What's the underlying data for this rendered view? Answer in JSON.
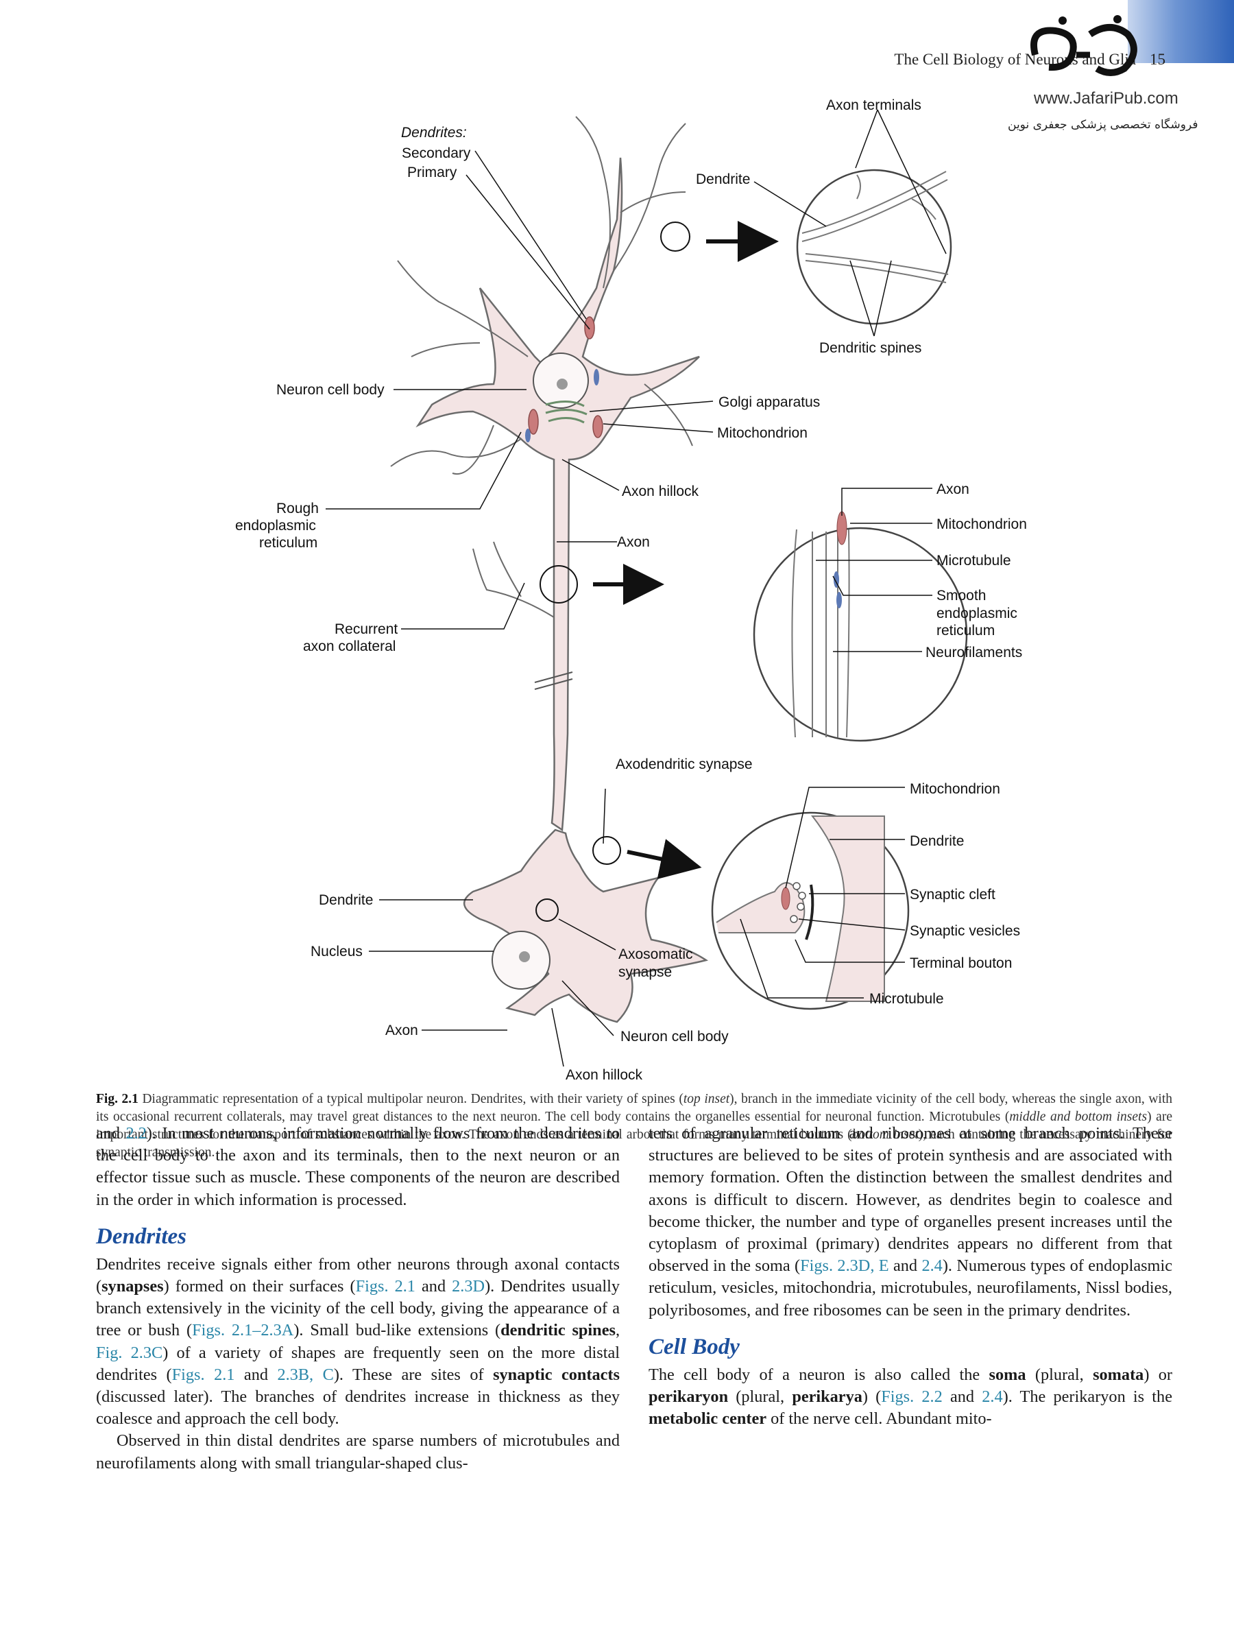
{
  "header": {
    "running_title": "The Cell Biology of Neurons and Glia",
    "page_number": "15"
  },
  "watermark": {
    "url": "www.JafariPub.com",
    "persian_text": "فروشگاه تخصصی پزشکی جعفری نوین"
  },
  "figure": {
    "labels": {
      "dendrites_heading": "Dendrites:",
      "secondary": "Secondary",
      "primary": "Primary",
      "dendrite_top": "Dendrite",
      "axon_terminals": "Axon terminals",
      "dendritic_spines": "Dendritic spines",
      "neuron_cell_body": "Neuron cell body",
      "golgi": "Golgi apparatus",
      "mitochondrion": "Mitochondrion",
      "rough_er_1": "Rough",
      "rough_er_2": "endoplasmic",
      "rough_er_3": "reticulum",
      "axon_hillock": "Axon hillock",
      "axon": "Axon",
      "recurrent_1": "Recurrent",
      "recurrent_2": "axon collateral",
      "mid_axon": "Axon",
      "mid_mito": "Mitochondrion",
      "mid_microtubule": "Microtubule",
      "smooth_er_1": "Smooth",
      "smooth_er_2": "endoplasmic",
      "smooth_er_3": "reticulum",
      "neurofilaments": "Neurofilaments",
      "axodendritic": "Axodendritic synapse",
      "bot_mito": "Mitochondrion",
      "bot_dendrite": "Dendrite",
      "synaptic_cleft": "Synaptic cleft",
      "synaptic_vesicles": "Synaptic vesicles",
      "terminal_bouton": "Terminal bouton",
      "bot_microtubule": "Microtubule",
      "dendrite_lower": "Dendrite",
      "nucleus": "Nucleus",
      "axosomatic_1": "Axosomatic",
      "axosomatic_2": "synapse",
      "axon_lower": "Axon",
      "neuron_cell_body_lower": "Neuron cell body",
      "axon_hillock_lower": "Axon hillock"
    },
    "caption": {
      "number": "Fig. 2.1",
      "part1": " Diagrammatic representation of a typical multipolar neuron. Dendrites, with their variety of spines (",
      "italic1": "top inset",
      "part2": "), branch in the immediate vicinity of the cell body, whereas the single axon, with its occasional recurrent collaterals, may travel great distances to the next neuron. The cell body contains the organelles essential for neuronal function. Microtubules (",
      "italic2": "middle and bottom insets",
      "part3": ") are important structures for the transport of substances within the axon. The axon ends as a terminal arbor that forms many terminal boutons (",
      "italic3": "bottom inset",
      "part4": "), each containing the necessary machinery for synaptic transmission."
    }
  },
  "body": {
    "left": {
      "p1_a": "and ",
      "p1_ref": "2.2",
      "p1_b": "). In most neurons, information normally flows from the dendrites to the cell body to the axon and its terminals, then to the next neuron or an effector tissue such as muscle. These components of the neuron are described in the order in which information is processed.",
      "heading": "Dendrites",
      "p2_a": "Dendrites receive signals either from other neurons through axonal contacts (",
      "p2_b1": "synapses",
      "p2_c": ") formed on their surfaces (",
      "p2_ref1": "Figs. 2.1",
      "p2_d": " and ",
      "p2_ref2": "2.3D",
      "p2_e": "). Dendrites usually branch extensively in the vicinity of the cell body, giving the appearance of a tree or bush (",
      "p2_ref3": "Figs. 2.1–2.3A",
      "p2_f": "). Small bud-like extensions (",
      "p2_b2": "dendritic spines",
      "p2_g": ", ",
      "p2_ref4": "Fig. 2.3C",
      "p2_h": ") of a variety of shapes are frequently seen on the more distal dendrites (",
      "p2_ref5": "Figs. 2.1",
      "p2_i": " and ",
      "p2_ref6": "2.3B, C",
      "p2_j": "). These are sites of ",
      "p2_b3": "synaptic contacts",
      "p2_k": " (discussed later). The branches of dendrites increase in thickness as they coalesce and approach the cell body.",
      "p3": "Observed in thin distal dendrites are sparse numbers of microtubules and neurofilaments along with small triangular-shaped clus-"
    },
    "right": {
      "p1_a": "ters of agranular reticulum and ribosomes at some branch points. These structures are believed to be sites of protein synthesis and are associated with memory formation. Often the distinction between the smallest dendrites and axons is difficult to discern. However, as dendrites begin to coalesce and become thicker, the number and type of organelles present increases until the cytoplasm of proximal (primary) dendrites appears no different from that observed in the soma (",
      "p1_ref1": "Figs. 2.3D, E",
      "p1_b": " and ",
      "p1_ref2": "2.4",
      "p1_c": "). Numerous types of endoplasmic reticulum, vesicles, mitochondria, microtubules, neurofilaments, Nissl bodies, polyribosomes, and free ribosomes can be seen in the primary dendrites.",
      "heading": "Cell Body",
      "p2_a": "The cell body of a neuron is also called the ",
      "p2_b1": "soma",
      "p2_c": " (plural, ",
      "p2_b2": "somata",
      "p2_d": ") or ",
      "p2_b3": "perikaryon",
      "p2_e": " (plural, ",
      "p2_b4": "perikarya",
      "p2_f": ") (",
      "p2_ref1": "Figs. 2.2",
      "p2_g": " and ",
      "p2_ref2": "2.4",
      "p2_h": "). The perikaryon is the ",
      "p2_b5": "metabolic center",
      "p2_i": " of the nerve cell. Abundant mito-"
    }
  }
}
